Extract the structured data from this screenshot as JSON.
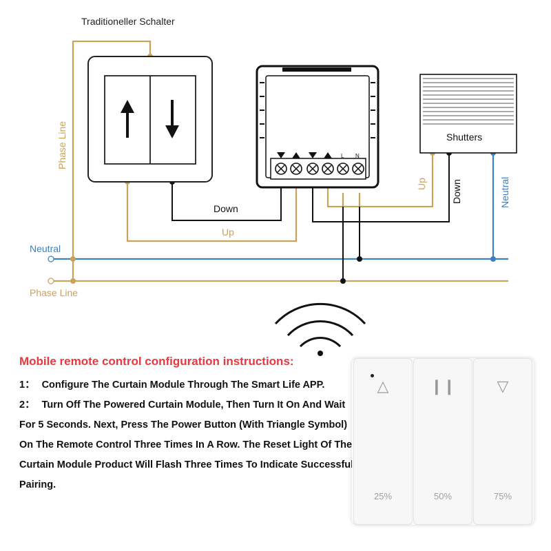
{
  "colors": {
    "phase": "#c9a35b",
    "neutral": "#3c80bd",
    "wire_black": "#111111",
    "title_red": "#e8383d"
  },
  "diagram": {
    "switch_title": "Traditioneller Schalter",
    "shutters_label": "Shutters",
    "phase_line_vertical": "Phase Line",
    "neutral_label": "Neutral",
    "phase_line_label": "Phase Line",
    "down_label": "Down",
    "up_label": "Up",
    "up_vertical": "Up",
    "down_vertical": "Down",
    "neutral_vertical": "Neutral",
    "terminal_L": "L",
    "terminal_N": "N",
    "icons": [
      "arrow-up-icon",
      "arrow-down-icon",
      "wifi-signal-icon"
    ]
  },
  "instructions": {
    "title": "Mobile remote control configuration instructions:",
    "steps": [
      {
        "num": "1：",
        "text": "Configure The Curtain Module Through The Smart Life APP."
      },
      {
        "num": "2：",
        "text": "Turn Off The Powered Curtain Module, Then Turn It On And Wait For 5 Seconds. Next, Press The Power Button (With Triangle Symbol) On The Remote Control Three Times In A Row. The Reset Light Of The Curtain Module Product Will Flash Three Times To Indicate Successful Pairing."
      }
    ]
  },
  "remote": {
    "buttons": [
      {
        "glyph": "△",
        "label": "25%"
      },
      {
        "glyph": "❙❙",
        "label": "50%"
      },
      {
        "glyph": "▽",
        "label": "75%"
      }
    ]
  }
}
